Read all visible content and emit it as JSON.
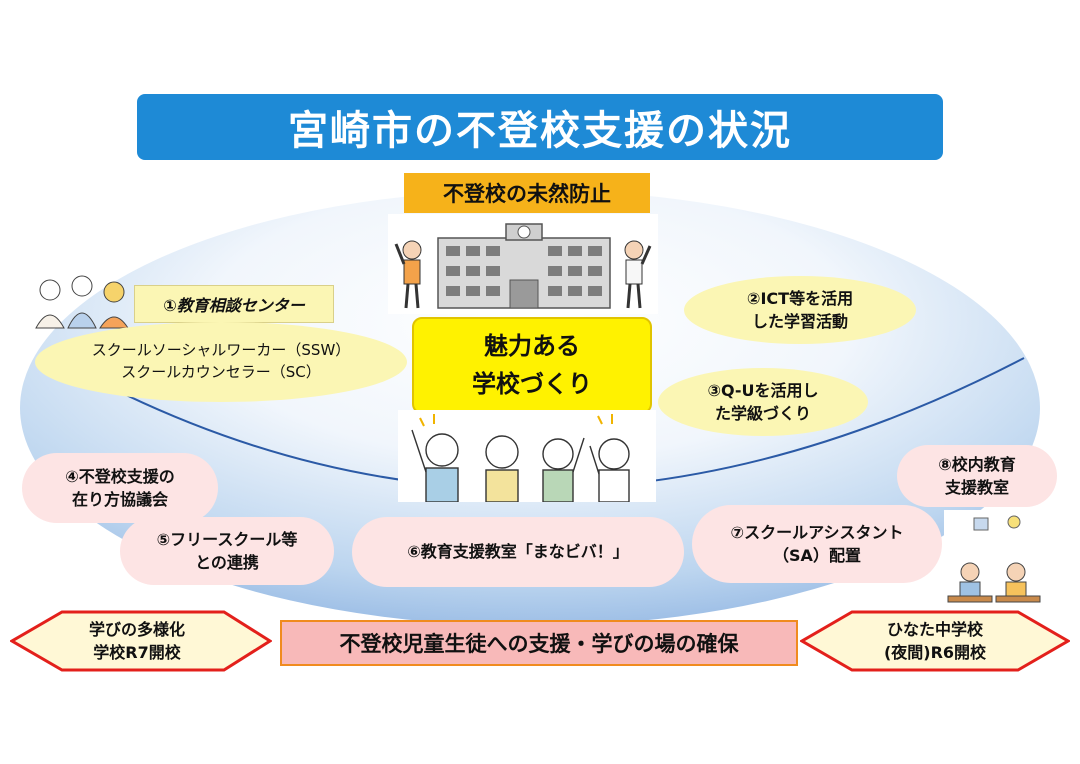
{
  "title": "宮崎市の不登校支援の状況",
  "prevention_tag": "不登校の未然防止",
  "center": {
    "line1": "魅力ある",
    "line2": "学校づくり"
  },
  "consult": {
    "label": "①教育相談センター",
    "line1": "スクールソーシャルワーカー（SSW）",
    "line2": "スクールカウンセラー（SC）"
  },
  "ict": {
    "line1": "②ICT等を活用",
    "line2": "した学習活動"
  },
  "qu": {
    "line1": "③Q-Uを活用し",
    "line2": "た学級づくり"
  },
  "council": {
    "line1": "④不登校支援の",
    "line2": "在り方協議会"
  },
  "freeschool": {
    "line1": "⑤フリースクール等",
    "line2": "との連携"
  },
  "manabiva": {
    "line1": "⑥教育支援教室「まなビバ！」"
  },
  "assistant": {
    "line1": "⑦スクールアシスタント",
    "line2": "（SA）配置"
  },
  "innerroom": {
    "line1": "⑧校内教育",
    "line2": "支援教室"
  },
  "bottom_banner": "不登校児童生徒への支援・学びの場の確保",
  "left_hex": {
    "line1": "学びの多様化",
    "line2": "学校R7開校"
  },
  "right_hex": {
    "line1": "ひなた中学校",
    "line2": "(夜間)R6開校"
  },
  "colors": {
    "title_bg": "#1e8ad6",
    "ellipse_light": "#f4f8fd",
    "ellipse_dark": "#a9c8ea",
    "orange_tag": "#f6b21a",
    "center_yellow": "#fff200",
    "pill_yellow": "#fbf6b4",
    "pill_pink": "#fde4e4",
    "banner_pink": "#f8b9b9",
    "hex_border": "#e3201b",
    "hex_fill": "#fff8d6"
  }
}
